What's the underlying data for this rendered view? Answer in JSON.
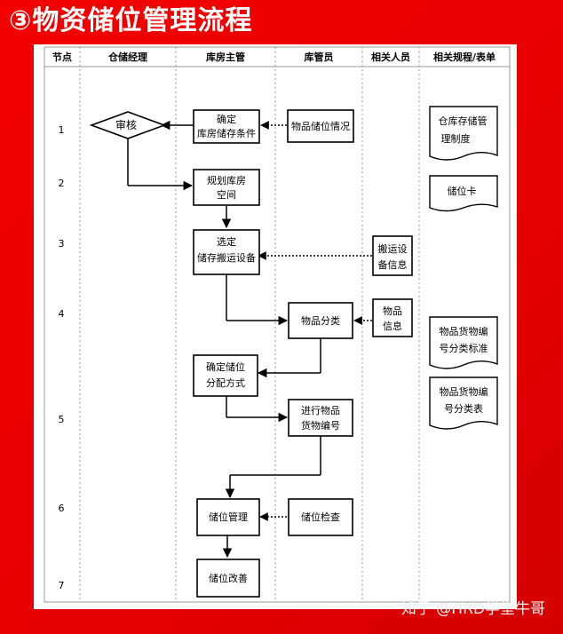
{
  "title": "③物资储位管理流程",
  "watermark": "知乎 @HRD学堂牛哥",
  "headers": [
    "节点",
    "仓储经理",
    "库房主管",
    "库管员",
    "相关人员",
    "相关规程/表单"
  ],
  "nodes": [
    "1",
    "2",
    "3",
    "4",
    "5",
    "6",
    "7"
  ],
  "steps": {
    "review": "审核",
    "confirm_cond": [
      "确定",
      "库房储存条件"
    ],
    "stock_status": "物品储位情况",
    "plan_space": [
      "规划库房",
      "空间"
    ],
    "select_equip": [
      "选定",
      "储存搬运设备"
    ],
    "handling_info": [
      "搬运设",
      "备信息"
    ],
    "classify": "物品分类",
    "goods_info": [
      "物品",
      "信息"
    ],
    "alloc_method": [
      "确定储位",
      "分配方式"
    ],
    "numbering": [
      "进行物品",
      "货物编号"
    ],
    "slot_mgmt": "储位管理",
    "slot_check": "储位检查",
    "slot_improve": "储位改善"
  },
  "docs": {
    "storage_rules": [
      "仓库存储管",
      "理制度"
    ],
    "slot_card": "储位卡",
    "class_std": [
      "物品货物编",
      "号分类标准"
    ],
    "code_table": [
      "物品货物编",
      "号分类表"
    ]
  }
}
